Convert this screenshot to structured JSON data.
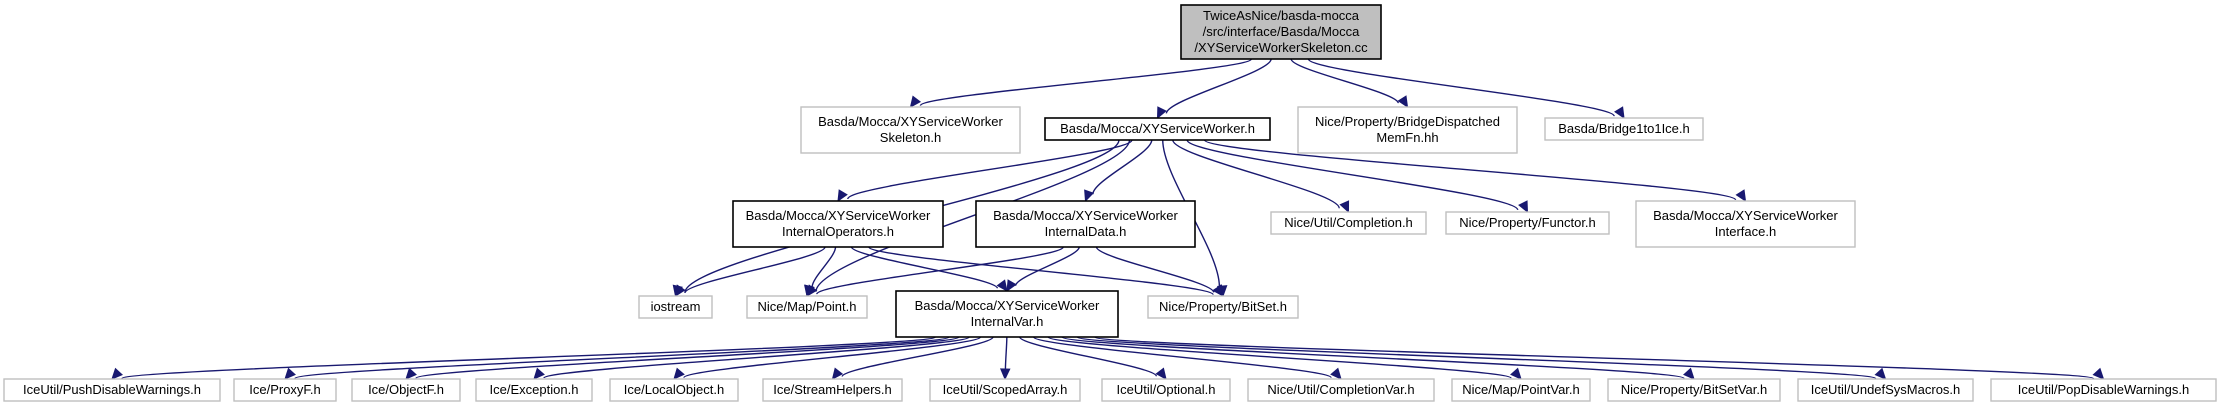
{
  "graph": {
    "nodes": [
      {
        "id": "root",
        "lines": [
          "TwiceAsNice/basda-mocca",
          "/src/interface/Basda/Mocca",
          "/XYServiceWorkerSkeleton.cc"
        ],
        "kind": "root"
      },
      {
        "id": "skeleton_h",
        "lines": [
          "Basda/Mocca/XYServiceWorker",
          "Skeleton.h"
        ],
        "kind": "external"
      },
      {
        "id": "worker_h",
        "lines": [
          "Basda/Mocca/XYServiceWorker.h"
        ],
        "kind": "documented"
      },
      {
        "id": "bridge_dispatched",
        "lines": [
          "Nice/Property/BridgeDispatched",
          "MemFn.hh"
        ],
        "kind": "external"
      },
      {
        "id": "bridge1to1",
        "lines": [
          "Basda/Bridge1to1Ice.h"
        ],
        "kind": "external"
      },
      {
        "id": "internal_ops",
        "lines": [
          "Basda/Mocca/XYServiceWorker",
          "InternalOperators.h"
        ],
        "kind": "documented"
      },
      {
        "id": "internal_data",
        "lines": [
          "Basda/Mocca/XYServiceWorker",
          "InternalData.h"
        ],
        "kind": "documented"
      },
      {
        "id": "completion",
        "lines": [
          "Nice/Util/Completion.h"
        ],
        "kind": "external"
      },
      {
        "id": "functor",
        "lines": [
          "Nice/Property/Functor.h"
        ],
        "kind": "external"
      },
      {
        "id": "worker_interface",
        "lines": [
          "Basda/Mocca/XYServiceWorker",
          "Interface.h"
        ],
        "kind": "external"
      },
      {
        "id": "iostream",
        "lines": [
          "iostream"
        ],
        "kind": "external"
      },
      {
        "id": "point",
        "lines": [
          "Nice/Map/Point.h"
        ],
        "kind": "external"
      },
      {
        "id": "internal_var",
        "lines": [
          "Basda/Mocca/XYServiceWorker",
          "InternalVar.h"
        ],
        "kind": "documented"
      },
      {
        "id": "bitset",
        "lines": [
          "Nice/Property/BitSet.h"
        ],
        "kind": "external"
      },
      {
        "id": "push_disable",
        "lines": [
          "IceUtil/PushDisableWarnings.h"
        ],
        "kind": "external"
      },
      {
        "id": "proxyf",
        "lines": [
          "Ice/ProxyF.h"
        ],
        "kind": "external"
      },
      {
        "id": "objectf",
        "lines": [
          "Ice/ObjectF.h"
        ],
        "kind": "external"
      },
      {
        "id": "exception",
        "lines": [
          "Ice/Exception.h"
        ],
        "kind": "external"
      },
      {
        "id": "localobject",
        "lines": [
          "Ice/LocalObject.h"
        ],
        "kind": "external"
      },
      {
        "id": "streamhelpers",
        "lines": [
          "Ice/StreamHelpers.h"
        ],
        "kind": "external"
      },
      {
        "id": "scopedarray",
        "lines": [
          "IceUtil/ScopedArray.h"
        ],
        "kind": "external"
      },
      {
        "id": "optional",
        "lines": [
          "IceUtil/Optional.h"
        ],
        "kind": "external"
      },
      {
        "id": "completionvar",
        "lines": [
          "Nice/Util/CompletionVar.h"
        ],
        "kind": "external"
      },
      {
        "id": "pointvar",
        "lines": [
          "Nice/Map/PointVar.h"
        ],
        "kind": "external"
      },
      {
        "id": "bitsetvar",
        "lines": [
          "Nice/Property/BitSetVar.h"
        ],
        "kind": "external"
      },
      {
        "id": "undefsys",
        "lines": [
          "IceUtil/UndefSysMacros.h"
        ],
        "kind": "external"
      },
      {
        "id": "pop_disable",
        "lines": [
          "IceUtil/PopDisableWarnings.h"
        ],
        "kind": "external"
      }
    ],
    "edges": [
      [
        "root",
        "skeleton_h"
      ],
      [
        "root",
        "worker_h"
      ],
      [
        "root",
        "bridge_dispatched"
      ],
      [
        "root",
        "bridge1to1"
      ],
      [
        "worker_h",
        "internal_ops"
      ],
      [
        "worker_h",
        "internal_data"
      ],
      [
        "worker_h",
        "completion"
      ],
      [
        "worker_h",
        "functor"
      ],
      [
        "worker_h",
        "worker_interface"
      ],
      [
        "worker_h",
        "iostream"
      ],
      [
        "worker_h",
        "point"
      ],
      [
        "worker_h",
        "bitset"
      ],
      [
        "internal_ops",
        "iostream"
      ],
      [
        "internal_ops",
        "point"
      ],
      [
        "internal_ops",
        "internal_var"
      ],
      [
        "internal_ops",
        "bitset"
      ],
      [
        "internal_data",
        "point"
      ],
      [
        "internal_data",
        "internal_var"
      ],
      [
        "internal_data",
        "bitset"
      ],
      [
        "internal_var",
        "push_disable"
      ],
      [
        "internal_var",
        "proxyf"
      ],
      [
        "internal_var",
        "objectf"
      ],
      [
        "internal_var",
        "exception"
      ],
      [
        "internal_var",
        "localobject"
      ],
      [
        "internal_var",
        "streamhelpers"
      ],
      [
        "internal_var",
        "scopedarray"
      ],
      [
        "internal_var",
        "optional"
      ],
      [
        "internal_var",
        "completionvar"
      ],
      [
        "internal_var",
        "pointvar"
      ],
      [
        "internal_var",
        "bitsetvar"
      ],
      [
        "internal_var",
        "undefsys"
      ],
      [
        "internal_var",
        "pop_disable"
      ]
    ]
  }
}
